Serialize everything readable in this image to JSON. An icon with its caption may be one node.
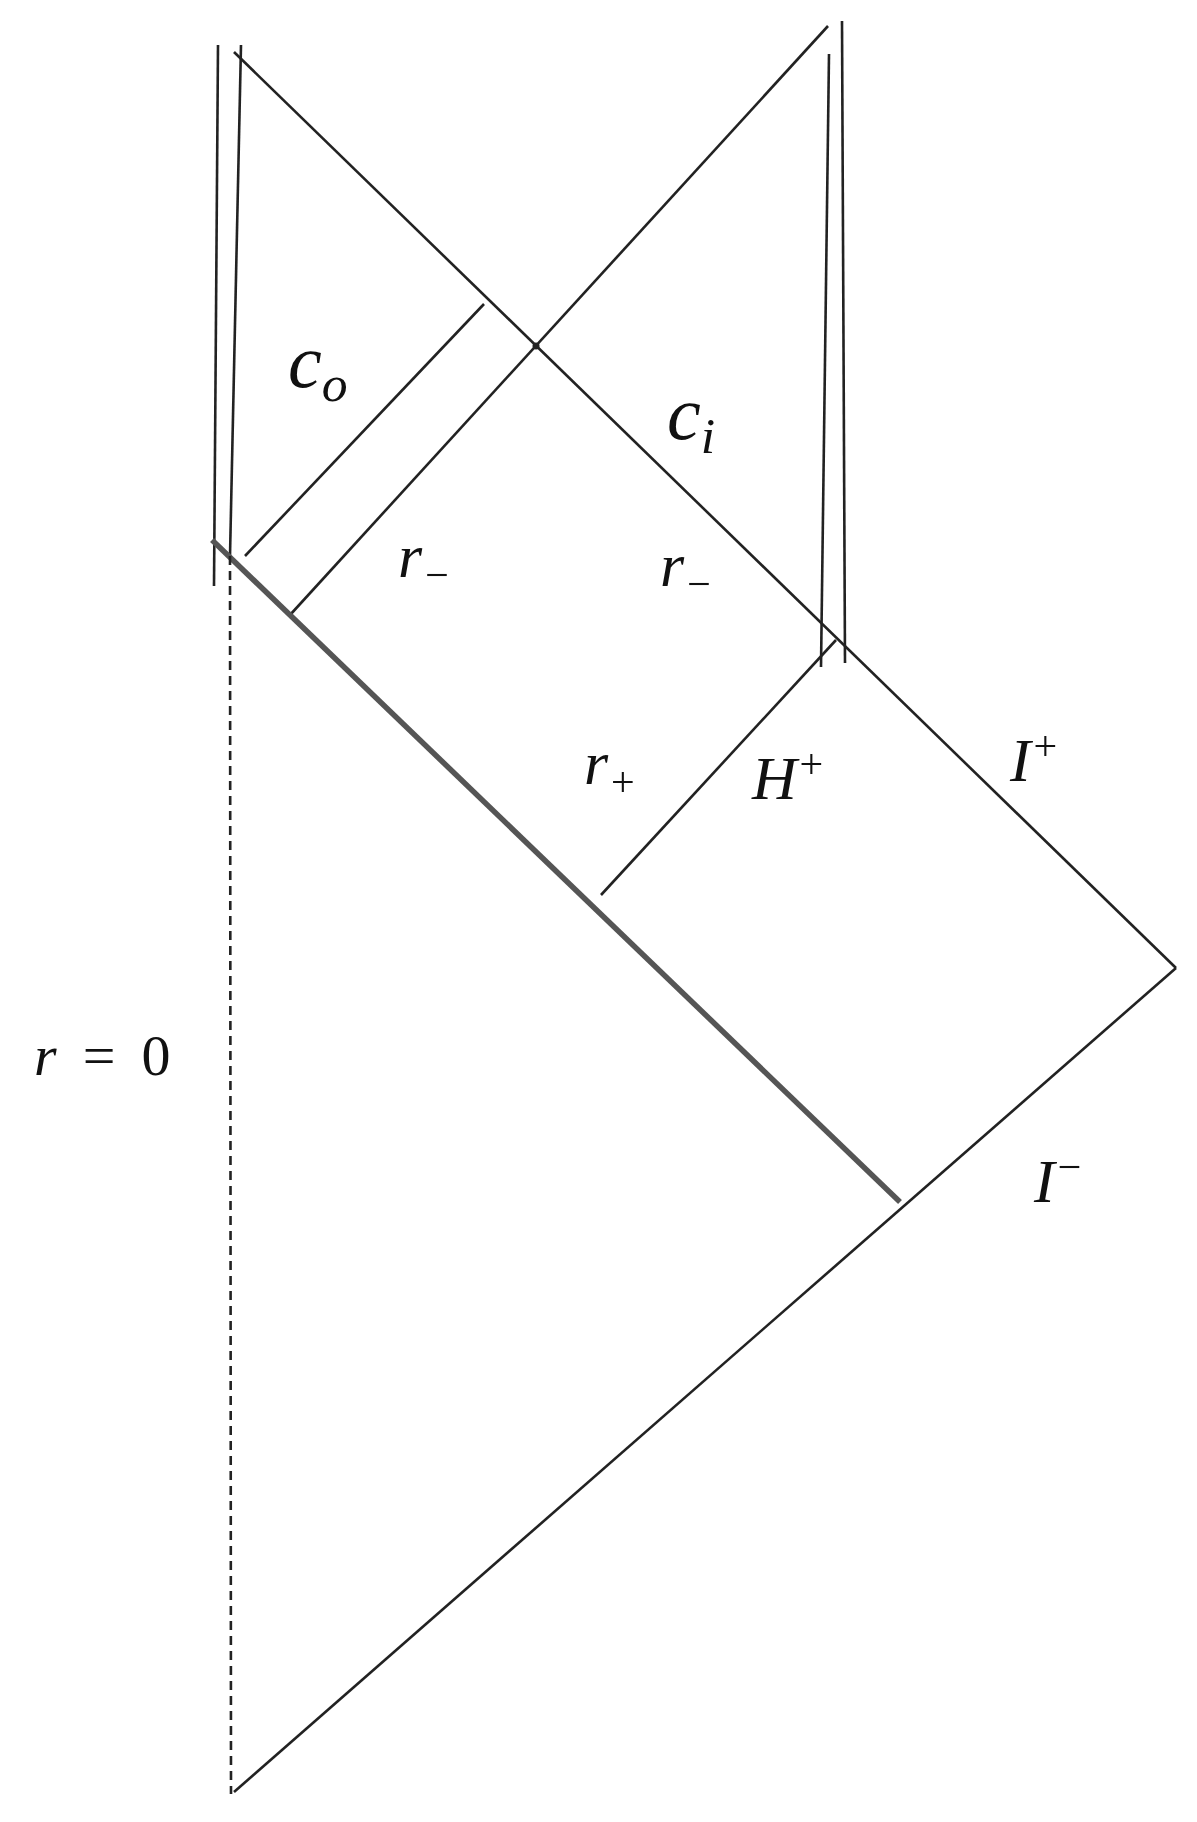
{
  "diagram": {
    "labels": [
      "c$_{o}$",
      "c$_{i}$",
      "r$_{−}$",
      "r$_{−}$",
      "r$_{+}$",
      "H$^{+}$",
      "I$^{+}$",
      "*r* = 0",
      "I$^{−}$"
    ]
  }
}
